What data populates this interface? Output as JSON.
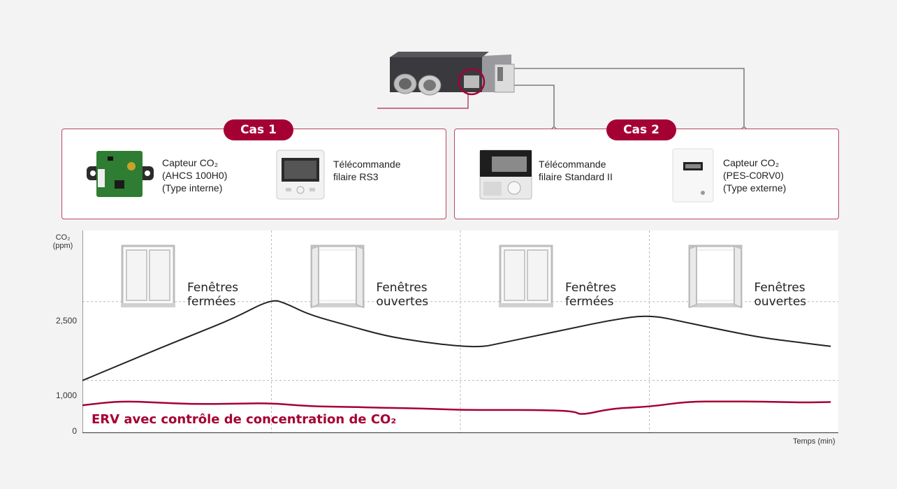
{
  "cases": [
    {
      "label": "Cas 1",
      "devices": [
        {
          "icon": "co2-sensor-internal-board",
          "lines": [
            "Capteur CO₂",
            "(AHCS 100H0)",
            "(Type interne)"
          ]
        },
        {
          "icon": "wired-remote-rs3",
          "lines": [
            "Télécommande",
            "filaire RS3"
          ]
        }
      ]
    },
    {
      "label": "Cas 2",
      "devices": [
        {
          "icon": "wired-remote-standard-ii",
          "lines": [
            "Télécommande",
            "filaire Standard II"
          ]
        },
        {
          "icon": "co2-sensor-external-box",
          "lines": [
            "Capteur CO₂",
            "(PES-C0RV0)",
            "(Type externe)"
          ]
        }
      ]
    }
  ],
  "windows": [
    {
      "state": "closed",
      "icon": "closed-window-icon",
      "lines": [
        "Fenêtres",
        "fermées"
      ]
    },
    {
      "state": "open",
      "icon": "open-window-icon",
      "lines": [
        "Fenêtres",
        "ouvertes"
      ]
    },
    {
      "state": "closed",
      "icon": "closed-window-icon",
      "lines": [
        "Fenêtres",
        "fermées"
      ]
    },
    {
      "state": "open",
      "icon": "open-window-icon",
      "lines": [
        "Fenêtres",
        "ouvertes"
      ]
    }
  ],
  "colors": {
    "accent": "#a50034",
    "panel_border": "#b9475f",
    "baseline_series": "#222222",
    "erv_series": "#a50034",
    "grid": "#bbbbbb"
  },
  "chart_data": {
    "type": "line",
    "ylabel": "CO₂\n(ppm)",
    "xlabel": "Temps (min)",
    "yticks": [
      0,
      1000,
      2500
    ],
    "ytick_labels": [
      "0",
      "1,000",
      "2,500"
    ],
    "ylim": [
      0,
      3850
    ],
    "xlim": [
      0,
      100
    ],
    "x_dividers": [
      25,
      50,
      75
    ],
    "grid": "horizontal dashed at 1,000 and 2,500; vertical dashed between window phases",
    "series": [
      {
        "name": "",
        "color": "#222222",
        "x": [
          0,
          5,
          10,
          15,
          20,
          25,
          27,
          30,
          35,
          40,
          45,
          50,
          53,
          55,
          60,
          65,
          70,
          75,
          80,
          85,
          90,
          95,
          99
        ],
        "y": [
          1000,
          1300,
          1600,
          1890,
          2180,
          2550,
          2460,
          2250,
          2050,
          1850,
          1730,
          1650,
          1640,
          1700,
          1850,
          2000,
          2150,
          2250,
          2100,
          1950,
          1810,
          1720,
          1650
        ]
      },
      {
        "name": "ERV avec contrôle de concentration de CO₂",
        "color": "#a50034",
        "x": [
          0,
          5,
          10,
          15,
          20,
          25,
          30,
          35,
          40,
          45,
          50,
          55,
          60,
          65,
          66,
          70,
          75,
          80,
          85,
          90,
          95,
          99
        ],
        "y": [
          530,
          610,
          580,
          550,
          560,
          570,
          510,
          500,
          480,
          470,
          440,
          440,
          440,
          420,
          340,
          470,
          500,
          600,
          600,
          600,
          580,
          590
        ]
      }
    ]
  }
}
